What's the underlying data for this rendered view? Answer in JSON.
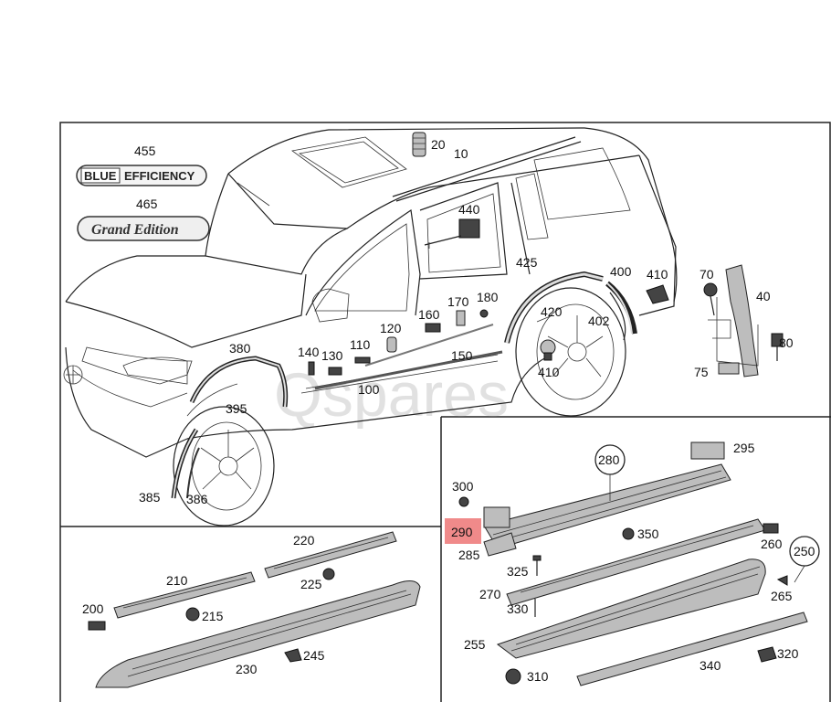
{
  "watermark": "Qspares",
  "badges": {
    "blue_efficiency_a": "BLUE",
    "blue_efficiency_b": "EFFICIENCY",
    "grand_edition": "Grand Edition"
  },
  "labels": {
    "l455": "455",
    "l465": "465",
    "l20": "20",
    "l10": "10",
    "l440": "440",
    "l425": "425",
    "l400": "400",
    "l410a": "410",
    "l70": "70",
    "l40": "40",
    "l420": "420",
    "l402": "402",
    "l410b": "410",
    "l80": "80",
    "l75": "75",
    "l170": "170",
    "l180": "180",
    "l160": "160",
    "l120": "120",
    "l150": "150",
    "l110": "110",
    "l130": "130",
    "l140": "140",
    "l100": "100",
    "l380": "380",
    "l395": "395",
    "l385": "385",
    "l386": "386",
    "l220": "220",
    "l210": "210",
    "l225": "225",
    "l200": "200",
    "l215": "215",
    "l230": "230",
    "l245": "245",
    "l280": "280",
    "l295": "295",
    "l300": "300",
    "l290": "290",
    "l350": "350",
    "l285": "285",
    "l260": "260",
    "l250": "250",
    "l325": "325",
    "l270": "270",
    "l265": "265",
    "l330": "330",
    "l255": "255",
    "l320": "320",
    "l340": "340",
    "l310": "310"
  },
  "highlight_color": "#f08a8a"
}
